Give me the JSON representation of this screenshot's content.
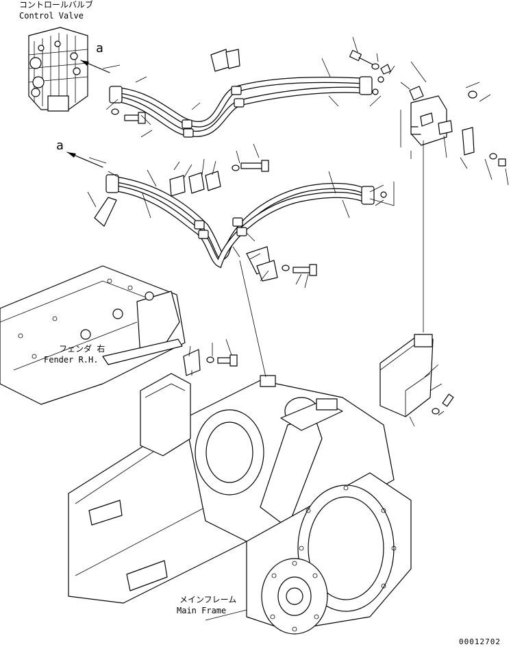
{
  "labels": {
    "control_valve_jp": "コントロールバルブ",
    "control_valve_en": "Control Valve",
    "fender_jp": "フェンダ 右",
    "fender_en": "Fender R.H.",
    "main_frame_jp": "メインフレーム",
    "main_frame_en": "Main Frame",
    "ref_a_top": "a",
    "ref_a_left": "a",
    "drawing_number": "00012702"
  }
}
